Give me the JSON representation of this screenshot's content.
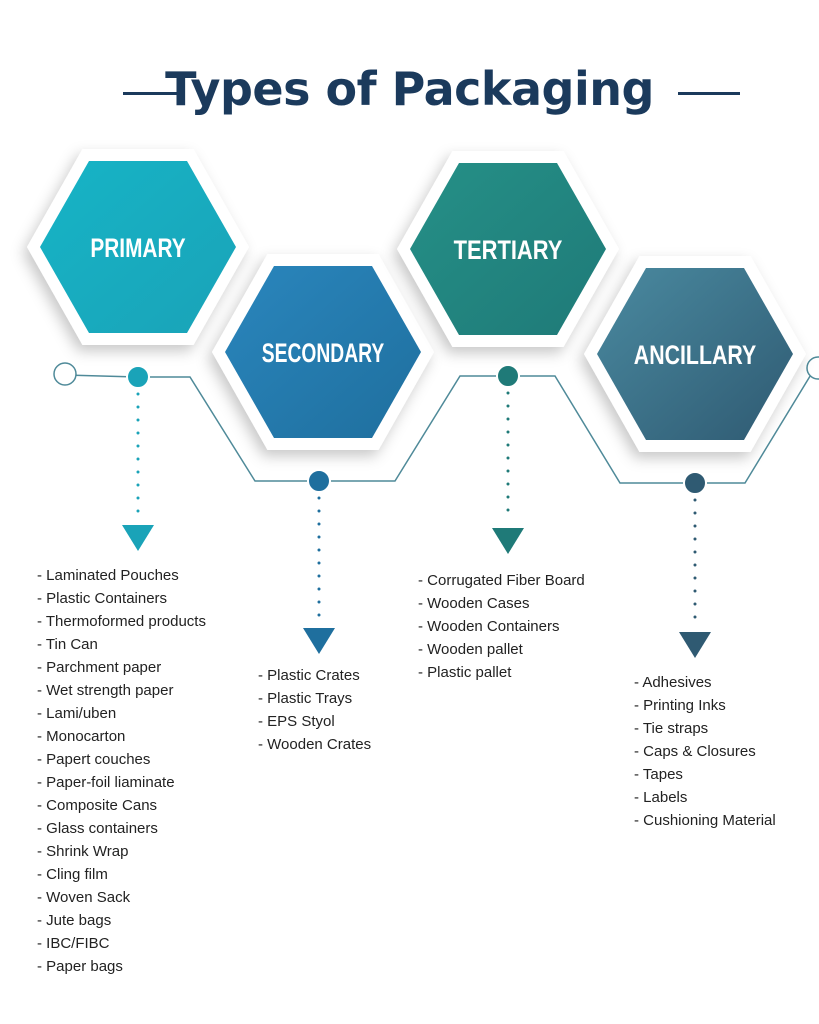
{
  "title": "Types of Packaging",
  "categories": [
    {
      "label": "PRIMARY",
      "color": "#16b4c6",
      "color2": "#1aa3b8",
      "items": [
        "Laminated Pouches",
        "Plastic Containers",
        "Thermoformed products",
        "Tin Can",
        "Parchment paper",
        "Wet strength paper",
        "Lami/uben",
        "Monocarton",
        "Papert couches",
        "Paper-foil liaminate",
        "Composite Cans",
        "Glass containers",
        "Shrink Wrap",
        "Cling film",
        "Woven Sack",
        "Jute bags",
        "IBC/FIBC",
        "Paper bags"
      ]
    },
    {
      "label": "SECONDARY",
      "color": "#2a86bd",
      "color2": "#1f6f9e",
      "items": [
        "Plastic Crates",
        "Plastic Trays",
        "EPS Styol",
        "Wooden Crates"
      ]
    },
    {
      "label": "TERTIARY",
      "color": "#259087",
      "color2": "#1f7a78",
      "items": [
        "Corrugated Fiber Board",
        "Wooden Cases",
        "Wooden Containers",
        "Wooden pallet",
        "Plastic pallet"
      ]
    },
    {
      "label": "ANCILLARY",
      "color": "#4a8aa0",
      "color2": "#2f5a72",
      "items": [
        "Adhesives",
        "Printing Inks",
        "Tie straps",
        "Caps & Closures",
        "Tapes",
        "Labels",
        "Cushioning Material"
      ]
    }
  ]
}
